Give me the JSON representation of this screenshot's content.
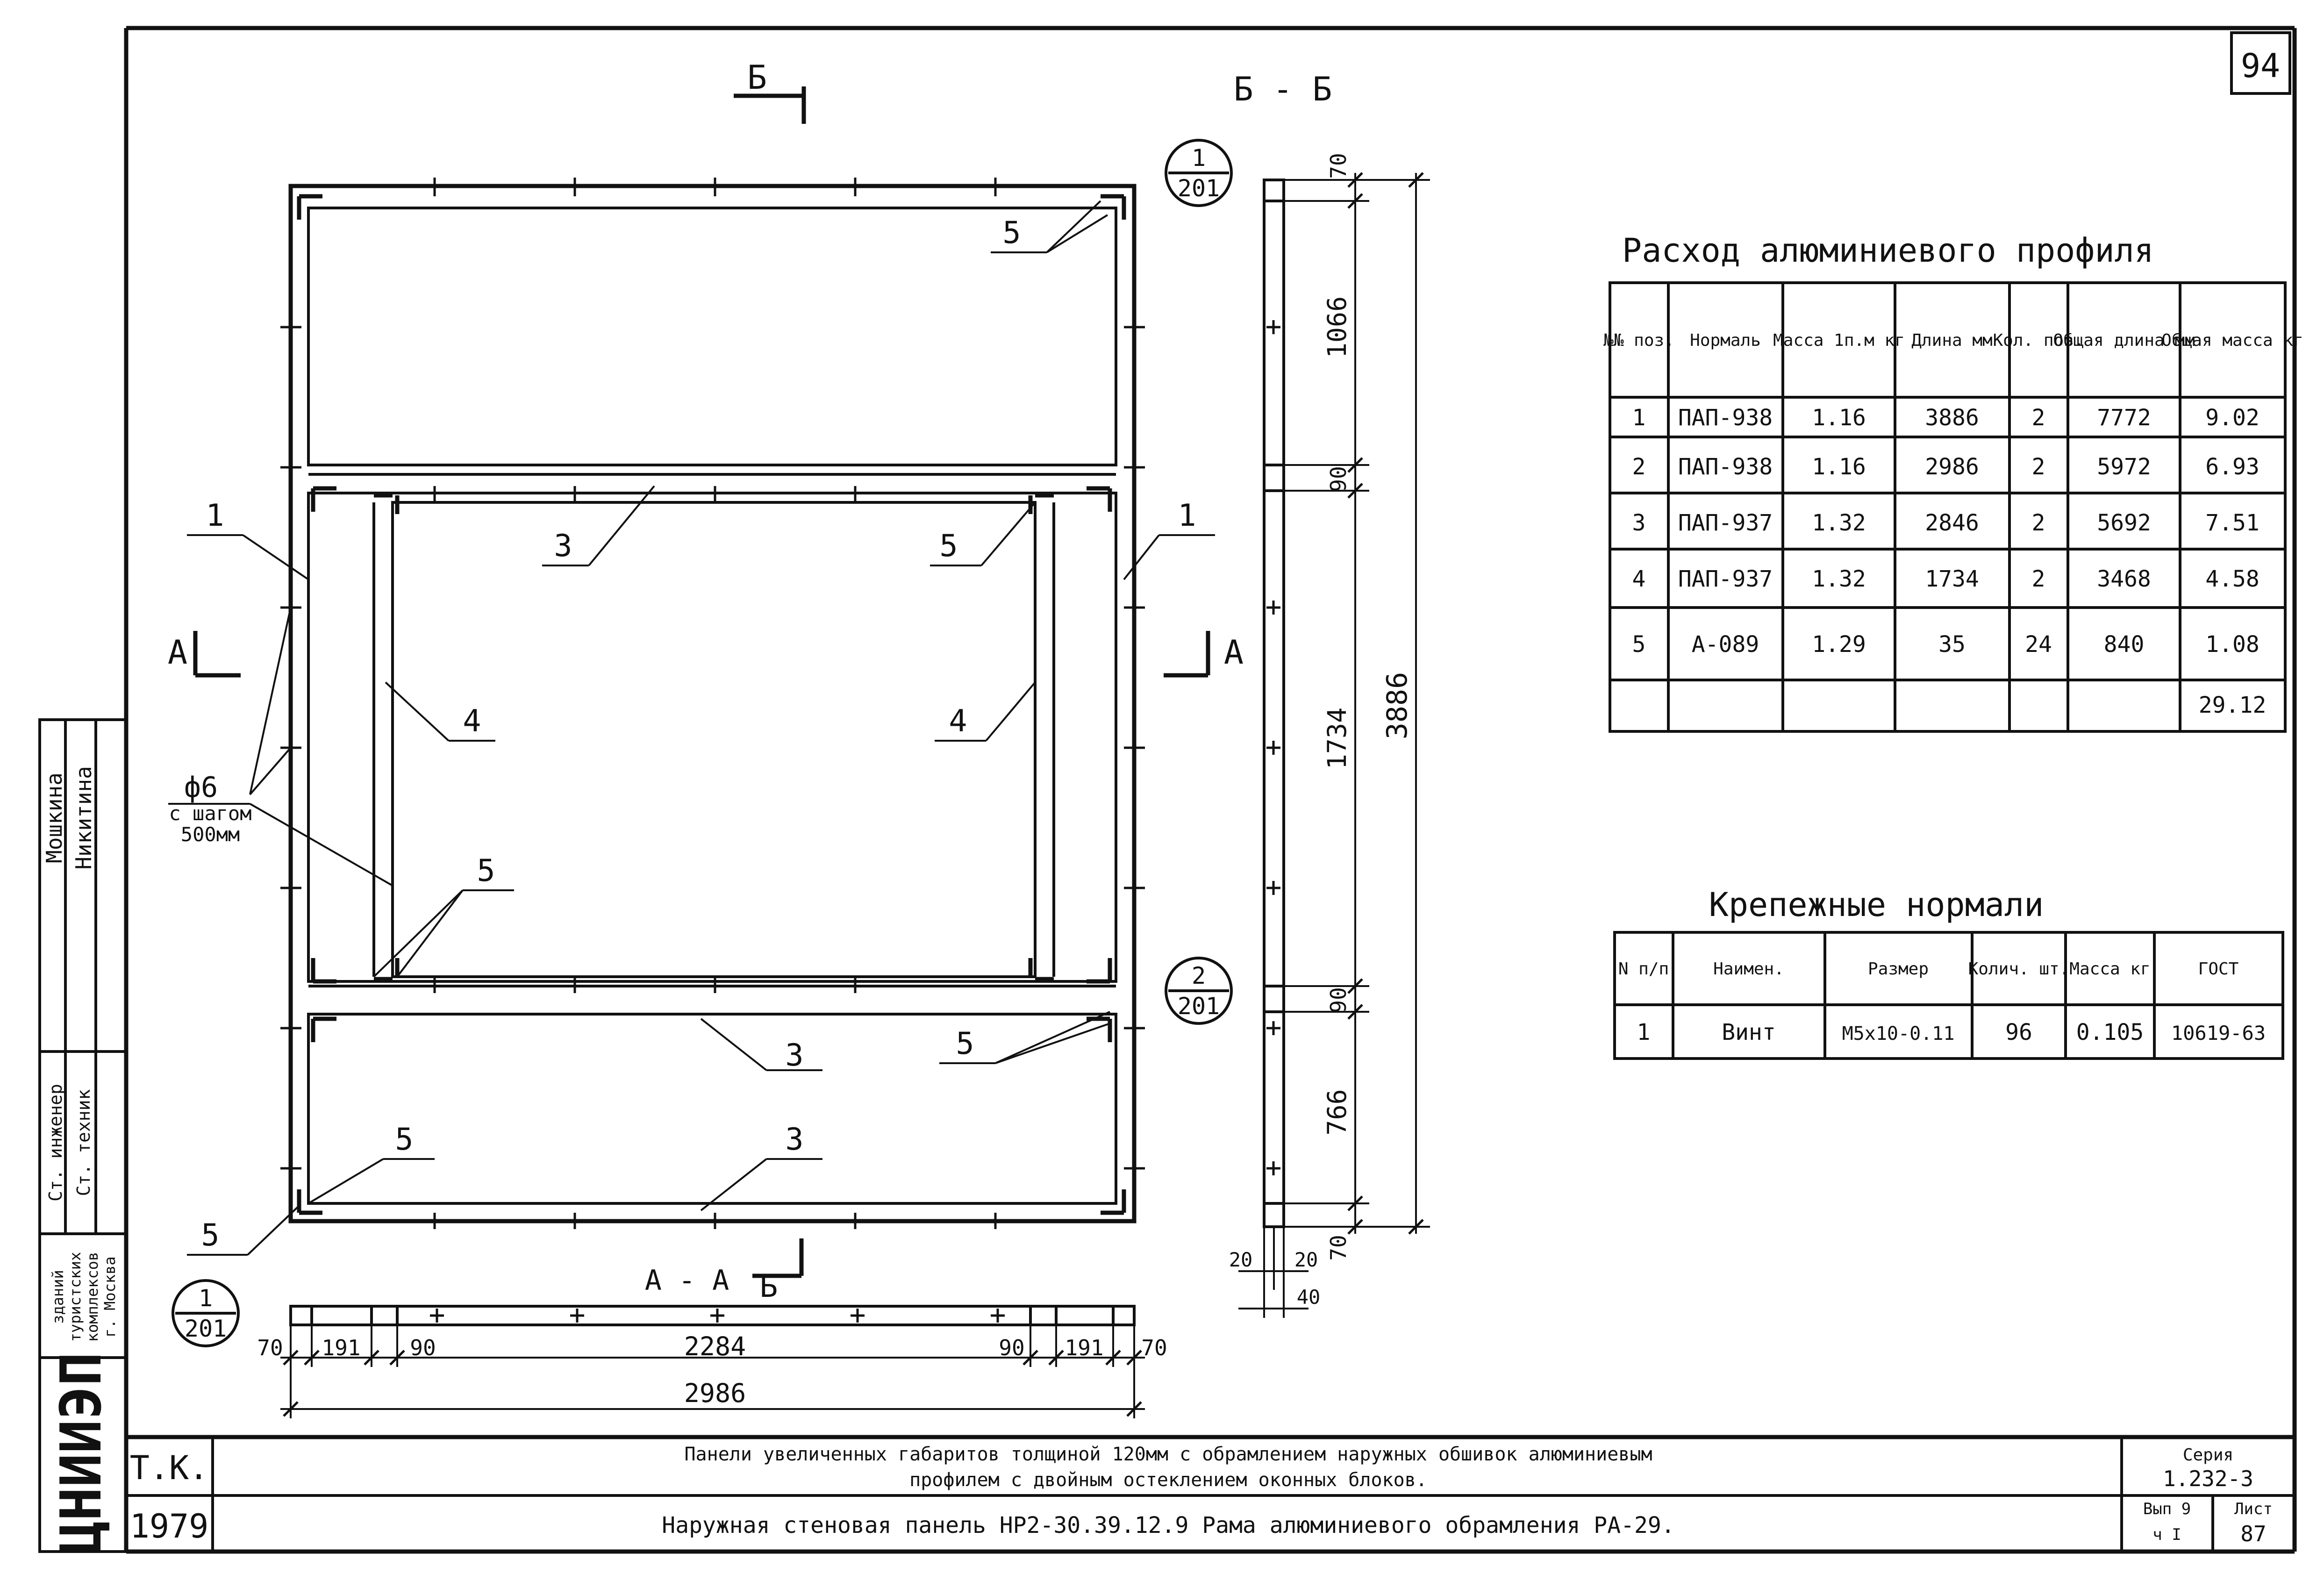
{
  "sheet_number": "94",
  "section_marks": {
    "b_mark": "Б",
    "b_section_title": "Б - Б",
    "a_mark": "А",
    "a_section_title": "А - А"
  },
  "detail_refs": [
    {
      "top": "1",
      "bottom": "201"
    },
    {
      "top": "2",
      "bottom": "201"
    },
    {
      "top": "1",
      "bottom": "201"
    }
  ],
  "position_labels": {
    "p1": "1",
    "p3": "3",
    "p4": "4",
    "p5": "5"
  },
  "rod_note": {
    "line1": "ф6",
    "line2": "с шагом",
    "line3": "500мм"
  },
  "section_bb_dims": [
    "70",
    "1066",
    "90",
    "1734",
    "90",
    "766",
    "70",
    "3886"
  ],
  "section_bb_bottom_dims": [
    "20",
    "20",
    "40"
  ],
  "section_aa_dims": [
    "70",
    "191",
    "90",
    "2284",
    "90",
    "191",
    "70",
    "2986"
  ],
  "profile_table": {
    "title": "Расход алюминиевого профиля",
    "headers": [
      "№№ поз.",
      "Нормаль",
      "Масса 1п.м кг",
      "Длина мм",
      "Кол. поз.",
      "Общая длина мм",
      "Общая масса кг"
    ],
    "rows": [
      [
        "1",
        "ПАП-938",
        "1.16",
        "3886",
        "2",
        "7772",
        "9.02"
      ],
      [
        "2",
        "ПАП-938",
        "1.16",
        "2986",
        "2",
        "5972",
        "6.93"
      ],
      [
        "3",
        "ПАП-937",
        "1.32",
        "2846",
        "2",
        "5692",
        "7.51"
      ],
      [
        "4",
        "ПАП-937",
        "1.32",
        "1734",
        "2",
        "3468",
        "4.58"
      ],
      [
        "5",
        "А-089",
        "1.29",
        "35",
        "24",
        "840",
        "1.08"
      ],
      [
        "",
        "",
        "",
        "",
        "",
        "",
        "29.12"
      ]
    ]
  },
  "fastener_table": {
    "title": "Крепежные нормали",
    "headers": [
      "N п/п",
      "Наимен.",
      "Размер",
      "Колич. шт.",
      "Масса кг",
      "ГОСТ"
    ],
    "rows": [
      [
        "1",
        "Винт",
        "М5х10-0.11",
        "96",
        "0.105",
        "10619-63"
      ]
    ]
  },
  "title_block": {
    "org": "ЦНИИЭП",
    "tk": "Т.К.",
    "year": "1979",
    "title_line1": "Панели увеличенных габаритов толщиной 120мм с обрамлением наружных обшивок алюминиевым",
    "title_line2": "профилем с двойным остеклением оконных блоков.",
    "title_line3": "Наружная стеновая панель НР2-30.39.12.9 Рама алюминиевого обрамления РА-29.",
    "series_label": "Серия",
    "series_value": "1.232-3",
    "vyp_label": "Вып 9",
    "part_label": "ч I",
    "sheet_label": "Лист",
    "sheet_value": "87"
  },
  "side_stamp": {
    "institute": [
      "ЦНИИЭП",
      "зданий",
      "туристских",
      "комплексов",
      "г. Москва"
    ],
    "roles": [
      "Ст. инженер",
      "Ст. техник"
    ],
    "names": [
      "Мошкина",
      "Никитина"
    ]
  }
}
